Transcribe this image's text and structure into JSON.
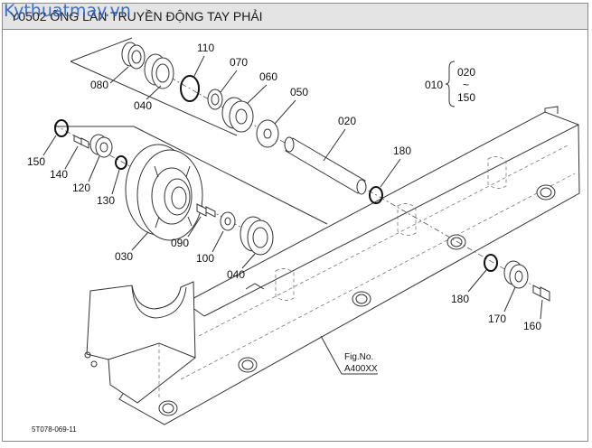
{
  "header": {
    "title": "Y0502 ỐNG LĂN TRUYỀN ĐỘNG TAY PHẢI",
    "watermark": "Kythuatmay.vn"
  },
  "callouts": {
    "bearing_top_outer": "080",
    "bearing_top": "040",
    "snap_ring": "110",
    "collar": "070",
    "bearing_holder": "060",
    "washer": "050",
    "shaft": "020",
    "oring_top": "180",
    "oring_left": "150",
    "grease_nipple": "140",
    "bushing_left": "120",
    "ring_left": "130",
    "roller_wheel": "030",
    "bolt": "090",
    "washer_lower": "100",
    "bearing_lower": "040",
    "oring_right": "180",
    "bushing_right": "170",
    "bolt_right": "160"
  },
  "group": {
    "label": "010",
    "from": "020",
    "tilde": "~",
    "to": "150"
  },
  "figure_ref": {
    "prefix": "Fig.No.",
    "code": "A400XX"
  },
  "drawing_code": "5T078-069-11",
  "colors": {
    "header_bg": "#e4e4e4",
    "watermark": "#1f5cc4",
    "line": "#333333"
  }
}
